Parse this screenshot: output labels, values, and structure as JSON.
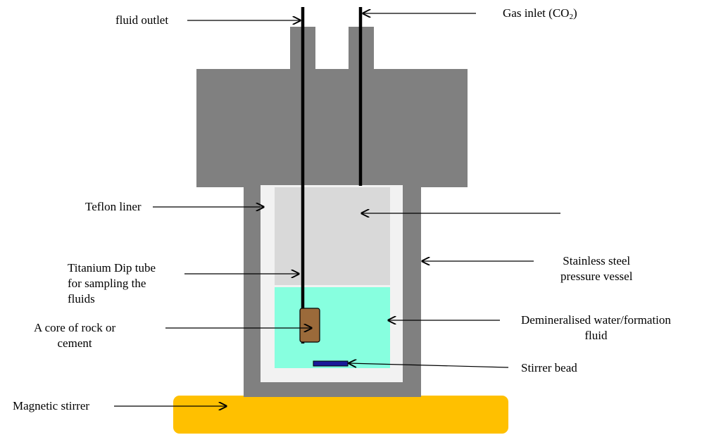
{
  "labels": {
    "fluid_outlet": "fluid outlet",
    "gas_inlet_prefix": "Gas inlet (CO",
    "gas_inlet_sub": "2",
    "gas_inlet_suffix": ")",
    "teflon_liner": "Teflon liner",
    "dip_tube": "Titanium Dip tube\nfor sampling the\nfluids",
    "core": "A core of rock or\ncement",
    "stainless_vessel": "Stainless steel\npressure vessel",
    "fluid": "Demineralised water/formation\nfluid",
    "stirrer_bead": "Stirrer bead",
    "magnetic_stirrer": "Magnetic stirrer"
  },
  "colors": {
    "vessel": "#808080",
    "liner": "#f2f2f2",
    "headspace": "#d9d9d9",
    "fluid": "#87ffdf",
    "core": "#9b6a3a",
    "bead": "#1a1a99",
    "stirrer": "#ffc000",
    "tube": "#000000"
  }
}
